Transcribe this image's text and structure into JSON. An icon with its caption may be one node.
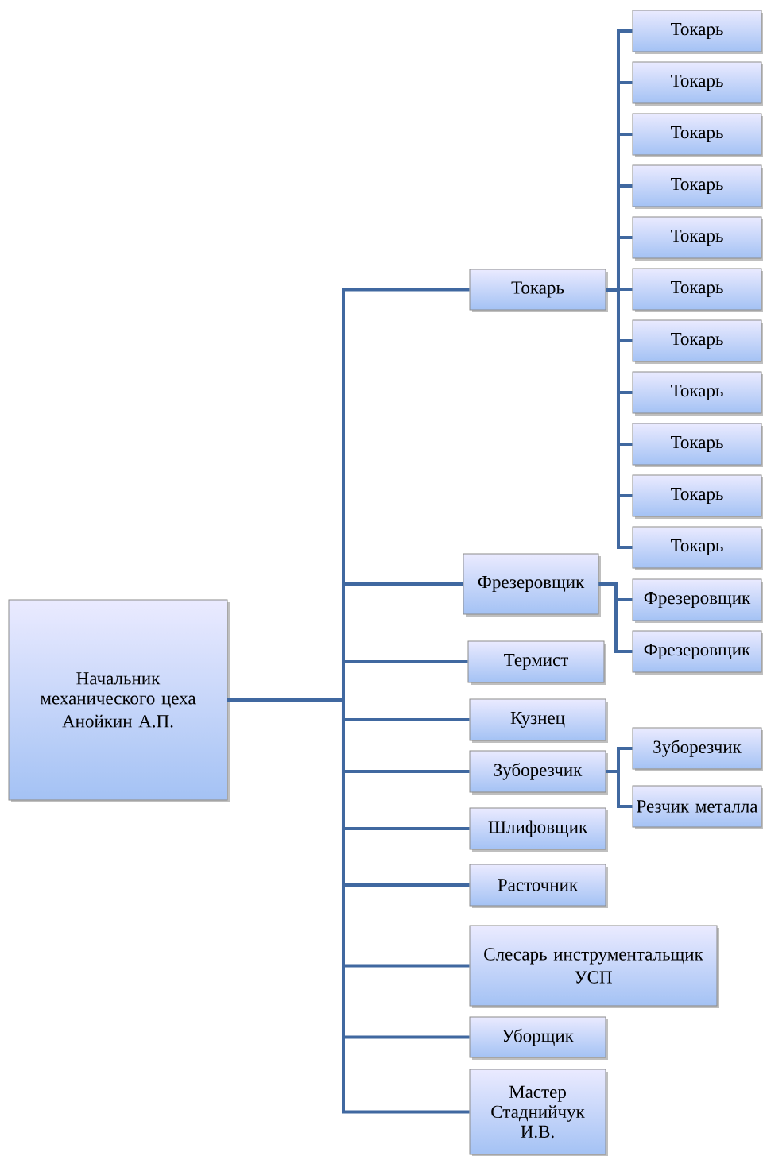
{
  "diagram": {
    "nodes": [
      {
        "text": [
          "Начальник механического цеха",
          "Анойкин А.П."
        ]
      },
      {
        "text": [
          "Токарь"
        ]
      },
      {
        "text": [
          "Токарь"
        ]
      },
      {
        "text": [
          "Токарь"
        ]
      },
      {
        "text": [
          "Токарь"
        ]
      },
      {
        "text": [
          "Токарь"
        ]
      },
      {
        "text": [
          "Токарь"
        ]
      },
      {
        "text": [
          "Токарь"
        ]
      },
      {
        "text": [
          "Токарь"
        ]
      },
      {
        "text": [
          "Токарь"
        ]
      },
      {
        "text": [
          "Токарь"
        ]
      },
      {
        "text": [
          "Токарь"
        ]
      },
      {
        "text": [
          "Токарь"
        ]
      },
      {
        "text": [
          "Фрезеровщик"
        ]
      },
      {
        "text": [
          "Фрезеровщик"
        ]
      },
      {
        "text": [
          "Фрезеровщик"
        ]
      },
      {
        "text": [
          "Термист"
        ]
      },
      {
        "text": [
          "Кузнец"
        ]
      },
      {
        "text": [
          "Зуборезчик"
        ]
      },
      {
        "text": [
          "Зуборезчик"
        ]
      },
      {
        "text": [
          "Резчик металла"
        ]
      },
      {
        "text": [
          "Шлифовщик"
        ]
      },
      {
        "text": [
          "Расточник"
        ]
      },
      {
        "text": [
          "Слесарь инструментальщик",
          "УСП"
        ]
      },
      {
        "text": [
          "Уборщик"
        ]
      },
      {
        "text": [
          "Мастер Стаднийчук И.В."
        ]
      }
    ],
    "edges": [
      {
        "from": 0,
        "to": 1,
        "arrow": "none"
      },
      {
        "from": 0,
        "to": 13,
        "arrow": "none"
      },
      {
        "from": 0,
        "to": 16,
        "arrow": "none"
      },
      {
        "from": 0,
        "to": 17,
        "arrow": "none"
      },
      {
        "from": 0,
        "to": 18,
        "arrow": "none"
      },
      {
        "from": 0,
        "to": 21,
        "arrow": "none"
      },
      {
        "from": 0,
        "to": 22,
        "arrow": "none"
      },
      {
        "from": 0,
        "to": 23,
        "arrow": "none"
      },
      {
        "from": 0,
        "to": 24,
        "arrow": "none"
      },
      {
        "from": 0,
        "to": 25,
        "arrow": "none"
      },
      {
        "from": 1,
        "to": 2,
        "arrow": "none"
      },
      {
        "from": 1,
        "to": 3,
        "arrow": "none"
      },
      {
        "from": 1,
        "to": 4,
        "arrow": "none"
      },
      {
        "from": 1,
        "to": 5,
        "arrow": "none"
      },
      {
        "from": 1,
        "to": 6,
        "arrow": "none"
      },
      {
        "from": 1,
        "to": 7,
        "arrow": "none"
      },
      {
        "from": 1,
        "to": 8,
        "arrow": "none"
      },
      {
        "from": 1,
        "to": 9,
        "arrow": "none"
      },
      {
        "from": 1,
        "to": 10,
        "arrow": "none"
      },
      {
        "from": 1,
        "to": 11,
        "arrow": "none"
      },
      {
        "from": 1,
        "to": 12,
        "arrow": "none"
      },
      {
        "from": 13,
        "to": 14,
        "arrow": "none"
      },
      {
        "from": 13,
        "to": 15,
        "arrow": "none"
      },
      {
        "from": 18,
        "to": 19,
        "arrow": "none"
      },
      {
        "from": 18,
        "to": 20,
        "arrow": "none"
      }
    ]
  }
}
